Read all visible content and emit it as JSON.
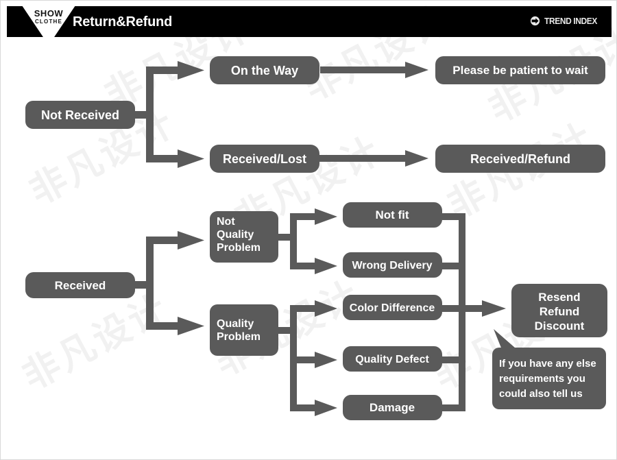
{
  "header": {
    "logo_top": "SHOW",
    "logo_bottom": "CLOTHE",
    "logo_icon": "triangle-logo-icon",
    "title": "Return&Refund",
    "brand_icon": "circle-arrow-icon",
    "brand_text": "TREND INDEX"
  },
  "theme": {
    "header_bg": "#000000",
    "node_fill": "#5a5a5a",
    "node_text": "#ffffff",
    "connector": "#5a5a5a",
    "page_bg": "#ffffff"
  },
  "watermark": {
    "text": "非凡设计",
    "instances": 9
  },
  "flow": {
    "section_not_received": {
      "root": "Not Received",
      "branches": [
        {
          "stage": "On the Way",
          "result": "Please be patient to wait"
        },
        {
          "stage": "Received/Lost",
          "result": "Received/Refund"
        }
      ]
    },
    "section_received": {
      "root": "Received",
      "categories": [
        {
          "name": "Not Quality Problem",
          "lines": [
            "Not",
            "Quality",
            "Problem"
          ],
          "reasons": [
            "Not fit",
            "Wrong Delivery"
          ]
        },
        {
          "name": "Quality Problem",
          "lines": [
            "Quality",
            "Problem"
          ],
          "reasons": [
            "Color Difference",
            "Quality Defect",
            "Damage"
          ]
        }
      ],
      "outcome": {
        "lines": [
          "Resend",
          "Refund",
          "Discount"
        ]
      },
      "callout": {
        "lines": [
          "If you have any else",
          "requirements you",
          "could also tell us"
        ]
      }
    }
  }
}
